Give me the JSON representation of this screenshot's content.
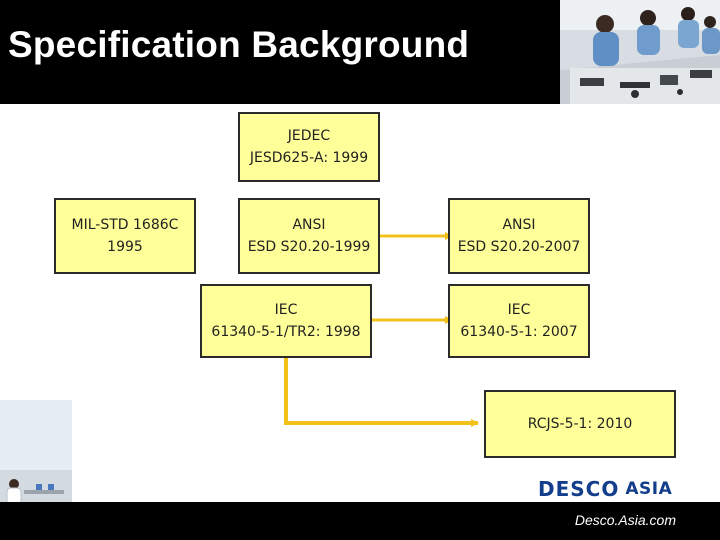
{
  "slide": {
    "title": "Specification Background"
  },
  "boxes": {
    "jedec": {
      "line1": "JEDEC",
      "line2": "JESD625-A: 1999"
    },
    "mil": {
      "line1": "MIL-STD 1686C",
      "line2": "1995"
    },
    "ansi_1999": {
      "line1": "ANSI",
      "line2": "ESD S20.20-1999"
    },
    "ansi_2007": {
      "line1": "ANSI",
      "line2": "ESD S20.20-2007"
    },
    "iec_1998": {
      "line1": "IEC",
      "line2": "61340-5-1/TR2: 1998"
    },
    "iec_2007": {
      "line1": "IEC",
      "line2": "61340-5-1: 2007"
    },
    "rcjs": {
      "line1": "RCJS-5-1: 2010"
    }
  },
  "logo": {
    "main": "DESCO",
    "sub": "ASIA"
  },
  "footer": {
    "url": "Desco.Asia.com"
  },
  "colors": {
    "box_fill": "#ffff99",
    "connector": "#f2c21b",
    "brand_blue": "#123e8c"
  }
}
